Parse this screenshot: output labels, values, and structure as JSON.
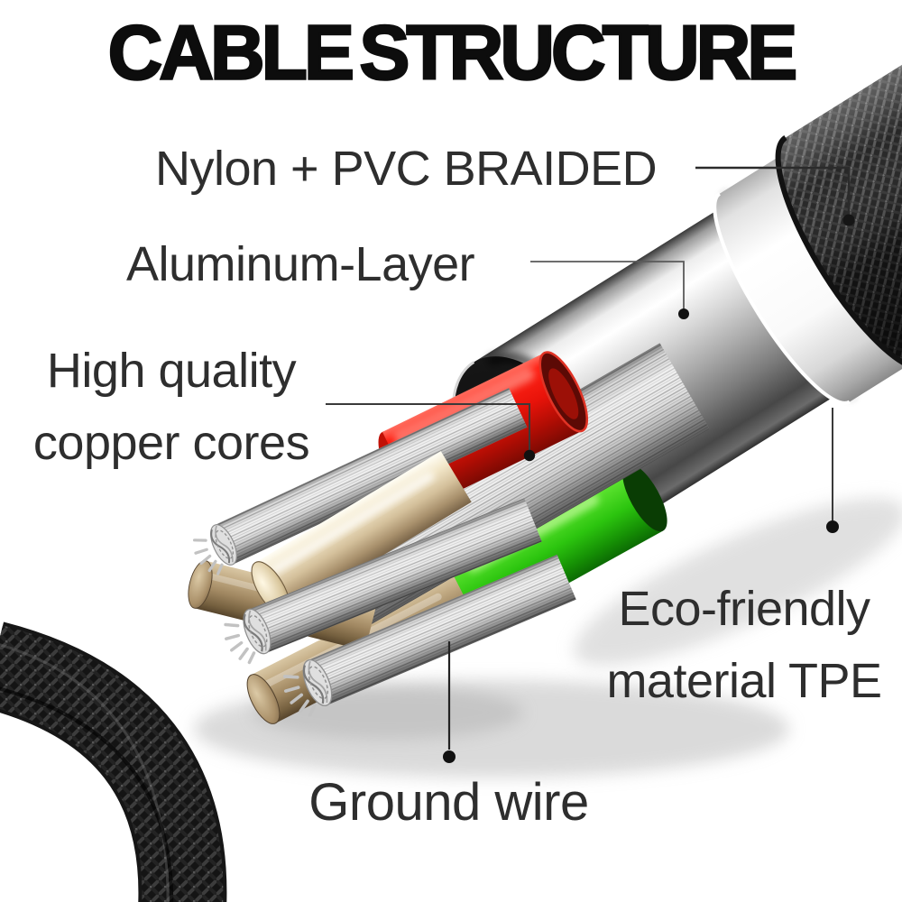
{
  "title": "CABLE STRUCTURE",
  "labels": {
    "braided": "Nylon + PVC BRAIDED",
    "aluminum": "Aluminum-Layer",
    "copper_line1": "High quality",
    "copper_line2": "copper cores",
    "tpe_line1": "Eco-friendly",
    "tpe_line2": "material TPE",
    "ground": "Ground wire"
  },
  "colors": {
    "background": "#ffffff",
    "title_text": "#0d0d0d",
    "label_text": "#2e2e2e",
    "callout_line": "#333333",
    "callout_dot": "#111111",
    "wire_red": "#e8130a",
    "wire_green": "#2cc50f",
    "copper_core": "#a98f68",
    "aluminum_silver": "#c9c9c9",
    "braid_black": "#1a1a1a",
    "tpe_white": "#f7f7f7"
  }
}
